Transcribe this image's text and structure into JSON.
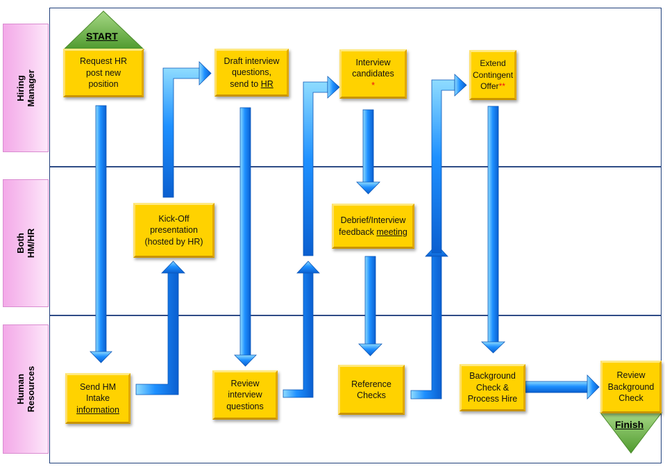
{
  "lanes": [
    {
      "label": "Hiring\nManager"
    },
    {
      "label": "Both\nHM/HR"
    },
    {
      "label": "Human\nResources"
    }
  ],
  "terminals": {
    "start": "START",
    "finish": "Finish"
  },
  "steps": {
    "request_hr": "Request HR\npost new\nposition",
    "send_hm_intake_pre": "Send HM\nIntake\n",
    "send_hm_intake_link": "information",
    "kickoff": "Kick-Off\npresentation\n(hosted by HR)",
    "draft_interview_pre": "Draft interview\nquestions,\nsend to ",
    "draft_interview_link": "HR",
    "review_interview": "Review\ninterview\nquestions",
    "interview_candidates": "Interview\ncandidates",
    "interview_candidates_mark": "*",
    "debrief_pre": "Debrief/Interview\nfeedback ",
    "debrief_link": "meeting",
    "reference_checks": "Reference\nChecks",
    "extend_offer": "Extend\nContingent\nOffer",
    "extend_offer_mark": "**",
    "background_check": "Background\nCheck &\nProcess Hire",
    "review_background": "Review\nBackground\nCheck"
  },
  "colors": {
    "box_fill": "#ffd200",
    "arrow_fill": "#1e90ff",
    "arrow_light": "#7fd3ff",
    "lane_label": "#f3a9e8",
    "terminal_green": "#6fb24a",
    "divider": "#2e4b86"
  }
}
